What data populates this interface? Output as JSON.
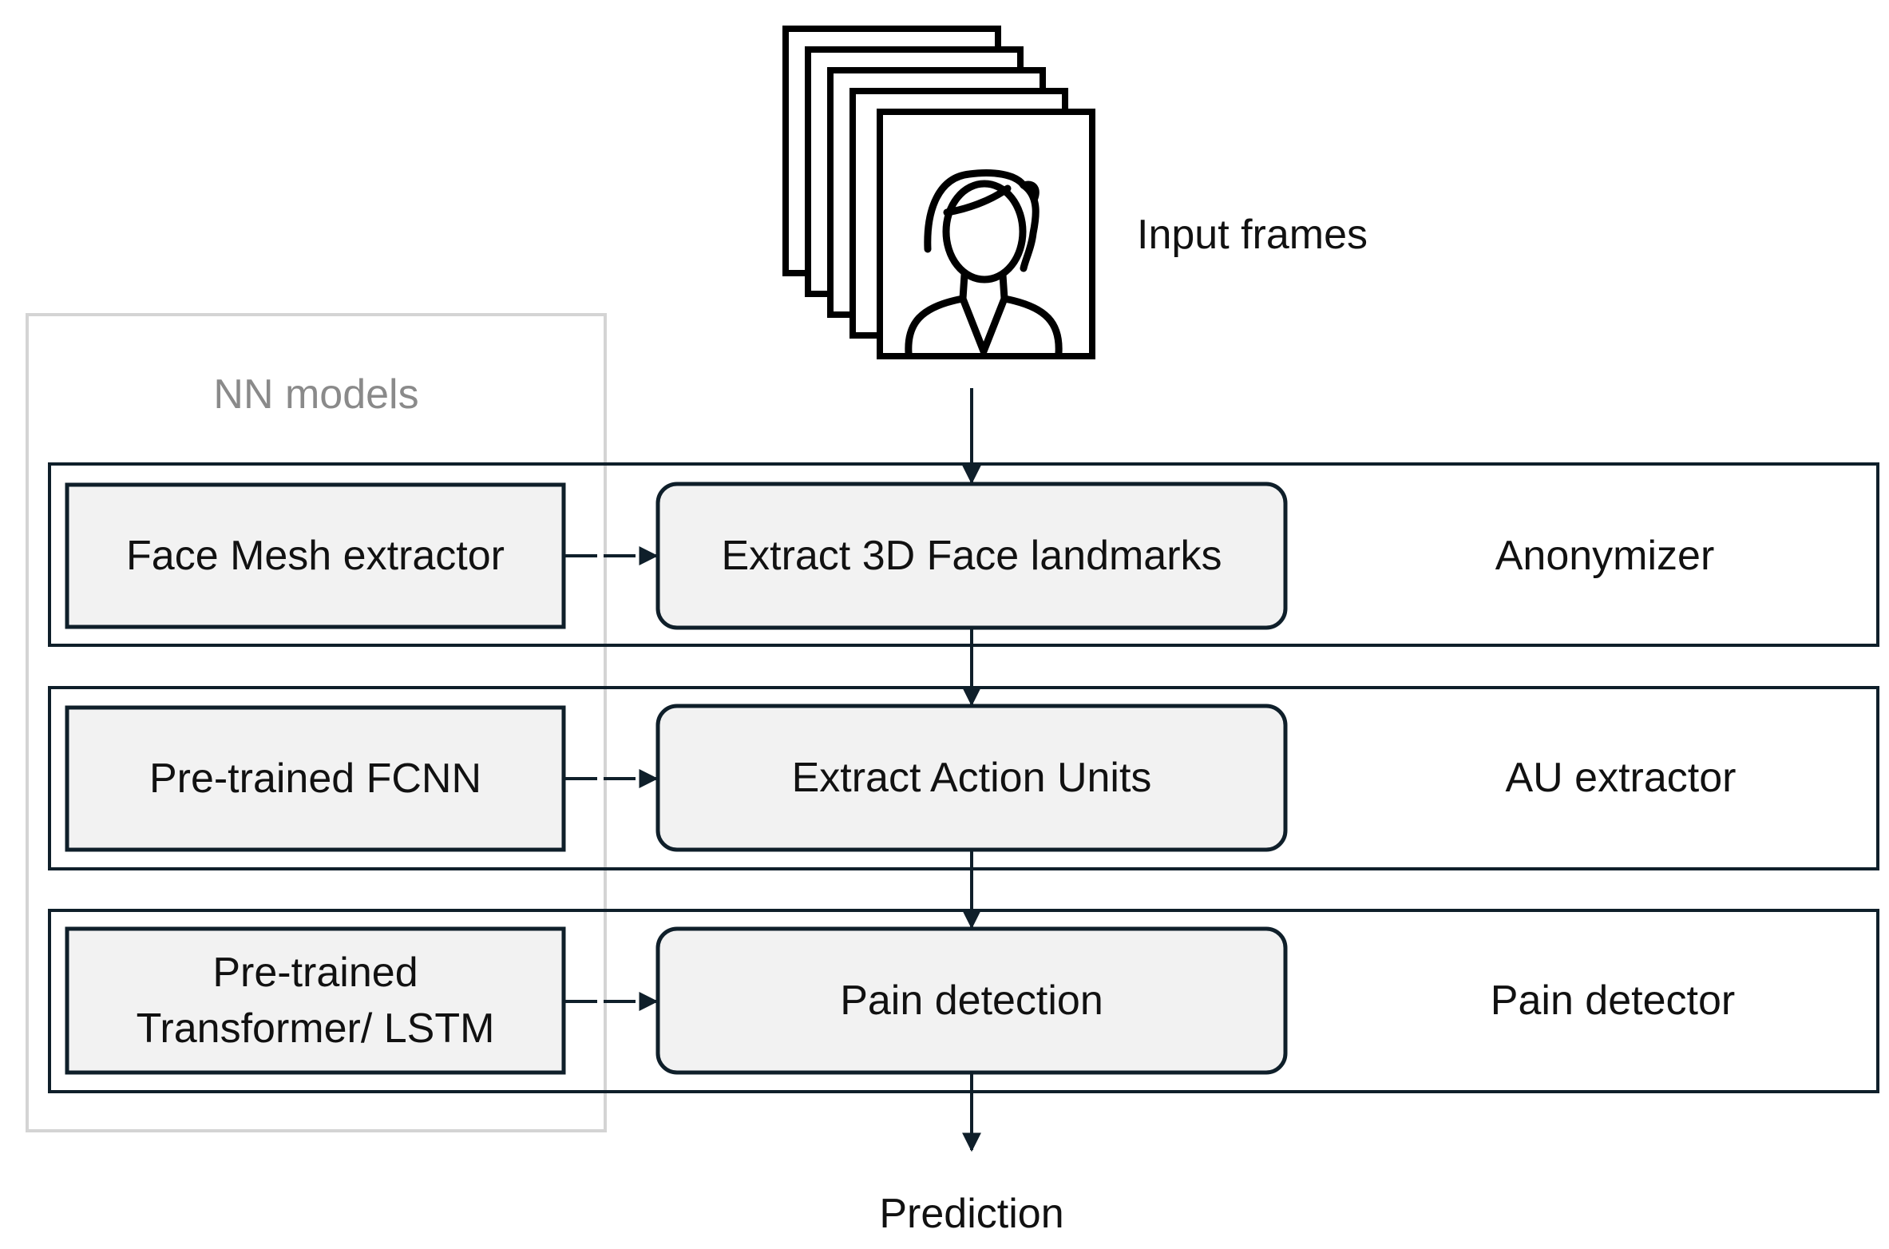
{
  "input": {
    "label": "Input frames"
  },
  "group": {
    "title": "NN models"
  },
  "stages": [
    {
      "model": "Face Mesh extractor",
      "process": "Extract 3D Face landmarks",
      "name": "Anonymizer"
    },
    {
      "model": "Pre-trained FCNN",
      "process": "Extract Action Units",
      "name": "AU extractor"
    },
    {
      "model": "Pre-trained Transformer/ LSTM",
      "process": "Pain detection",
      "name": "Pain detector"
    }
  ],
  "output": {
    "label": "Prediction"
  },
  "colors": {
    "stroke": "#0f1f2a",
    "fill": "#f2f2f2",
    "group": "#d4d4d4",
    "groupText": "#8a8a8a",
    "text": "#111111"
  },
  "icons": {
    "frames": "stacked-frames-icon",
    "person": "person-icon"
  }
}
